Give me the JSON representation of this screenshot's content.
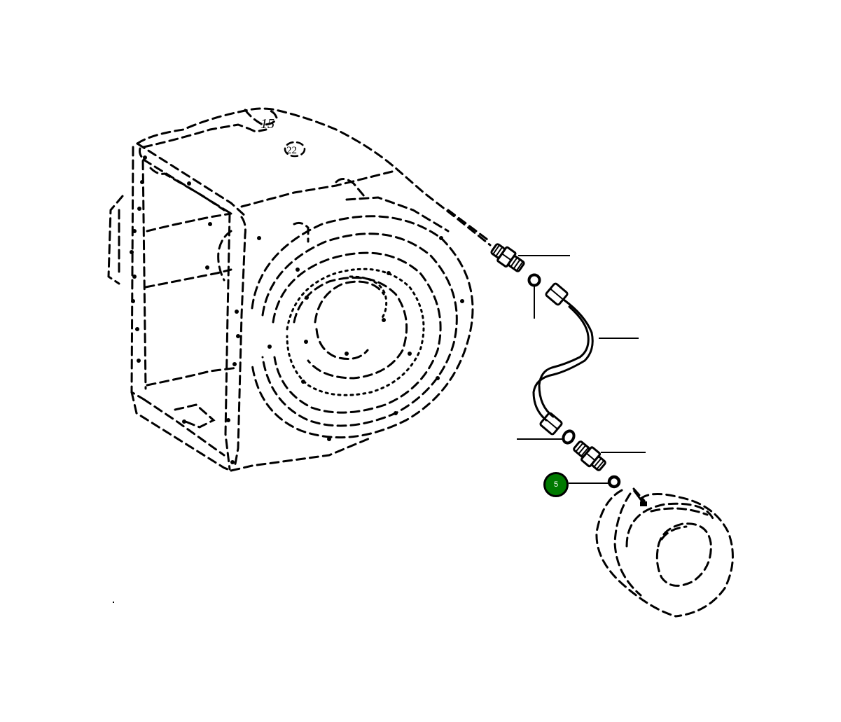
{
  "diagram": {
    "type": "exploded-parts-view",
    "background": "#ffffff",
    "line_color": "#000000",
    "parts": [
      {
        "id": "housing",
        "label": "transmission housing",
        "style": "dashed"
      },
      {
        "id": "fitting-upper",
        "label": "upper union fitting",
        "style": "solid"
      },
      {
        "id": "washer-upper",
        "label": "upper sealing washer",
        "style": "solid"
      },
      {
        "id": "pipe",
        "label": "oil pipe",
        "style": "solid"
      },
      {
        "id": "washer-lower",
        "label": "lower sealing washer",
        "style": "solid"
      },
      {
        "id": "fitting-lower",
        "label": "lower union fitting",
        "style": "solid"
      },
      {
        "id": "washer-5",
        "label": "sealing washer",
        "style": "solid"
      },
      {
        "id": "filter",
        "label": "filter housing",
        "style": "dashed"
      }
    ],
    "callouts": [
      {
        "number": "5",
        "color": "#007a00",
        "text_color": "#ffffff",
        "target": "washer-5"
      }
    ],
    "leader_lines": [
      {
        "target": "fitting-upper",
        "labeled": false
      },
      {
        "target": "washer-upper",
        "labeled": false
      },
      {
        "target": "pipe",
        "labeled": false
      },
      {
        "target": "washer-lower",
        "labeled": false
      },
      {
        "target": "fitting-lower",
        "labeled": false
      },
      {
        "target": "washer-5",
        "labeled": true
      }
    ],
    "housing_marks": [
      "15",
      "22"
    ]
  }
}
